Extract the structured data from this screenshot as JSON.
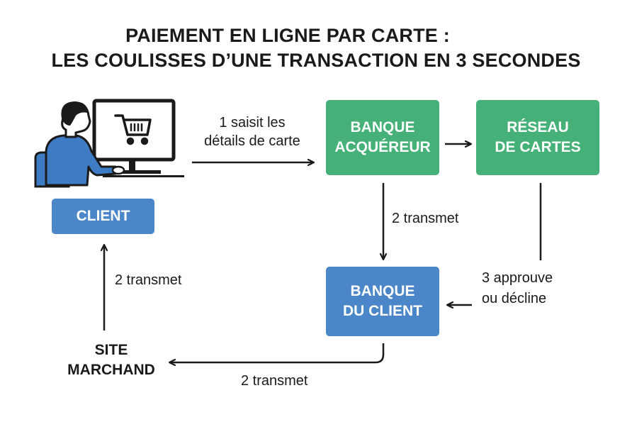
{
  "title": {
    "line1": "PAIEMENT EN LIGNE PAR CARTE :",
    "line2": "LES COULISSES D’UNE TRANSACTION EN 3 SECONDES"
  },
  "nodes": {
    "client": {
      "label": "CLIENT"
    },
    "acquirer_bank": {
      "line1": "BANQUE",
      "line2": "ACQUÉREUR"
    },
    "card_network": {
      "line1": "RÉSEAU",
      "line2": "DE CARTES"
    },
    "client_bank": {
      "line1": "BANQUE",
      "line2": "DU CLIENT"
    },
    "merchant_site": {
      "line1": "SITE",
      "line2": "MARCHAND"
    }
  },
  "edges": {
    "client_to_acquirer": {
      "line1": "1 saisit les",
      "line2": "détails de carte"
    },
    "acquirer_to_client_bank": {
      "label": "2 transmet"
    },
    "network_to_client_bank": {
      "line1": "3 approuve",
      "line2": "ou décline"
    },
    "client_bank_to_merchant": {
      "label": "2 transmet"
    },
    "merchant_to_client": {
      "label": "2 transmet"
    }
  },
  "colors": {
    "green": "#45b077",
    "blue": "#4a86c8",
    "illustration_blue": "#3d7cc4",
    "arrow": "#1a1a1a"
  },
  "icons": {
    "person": "person-at-computer-icon",
    "cart": "shopping-cart-icon"
  }
}
